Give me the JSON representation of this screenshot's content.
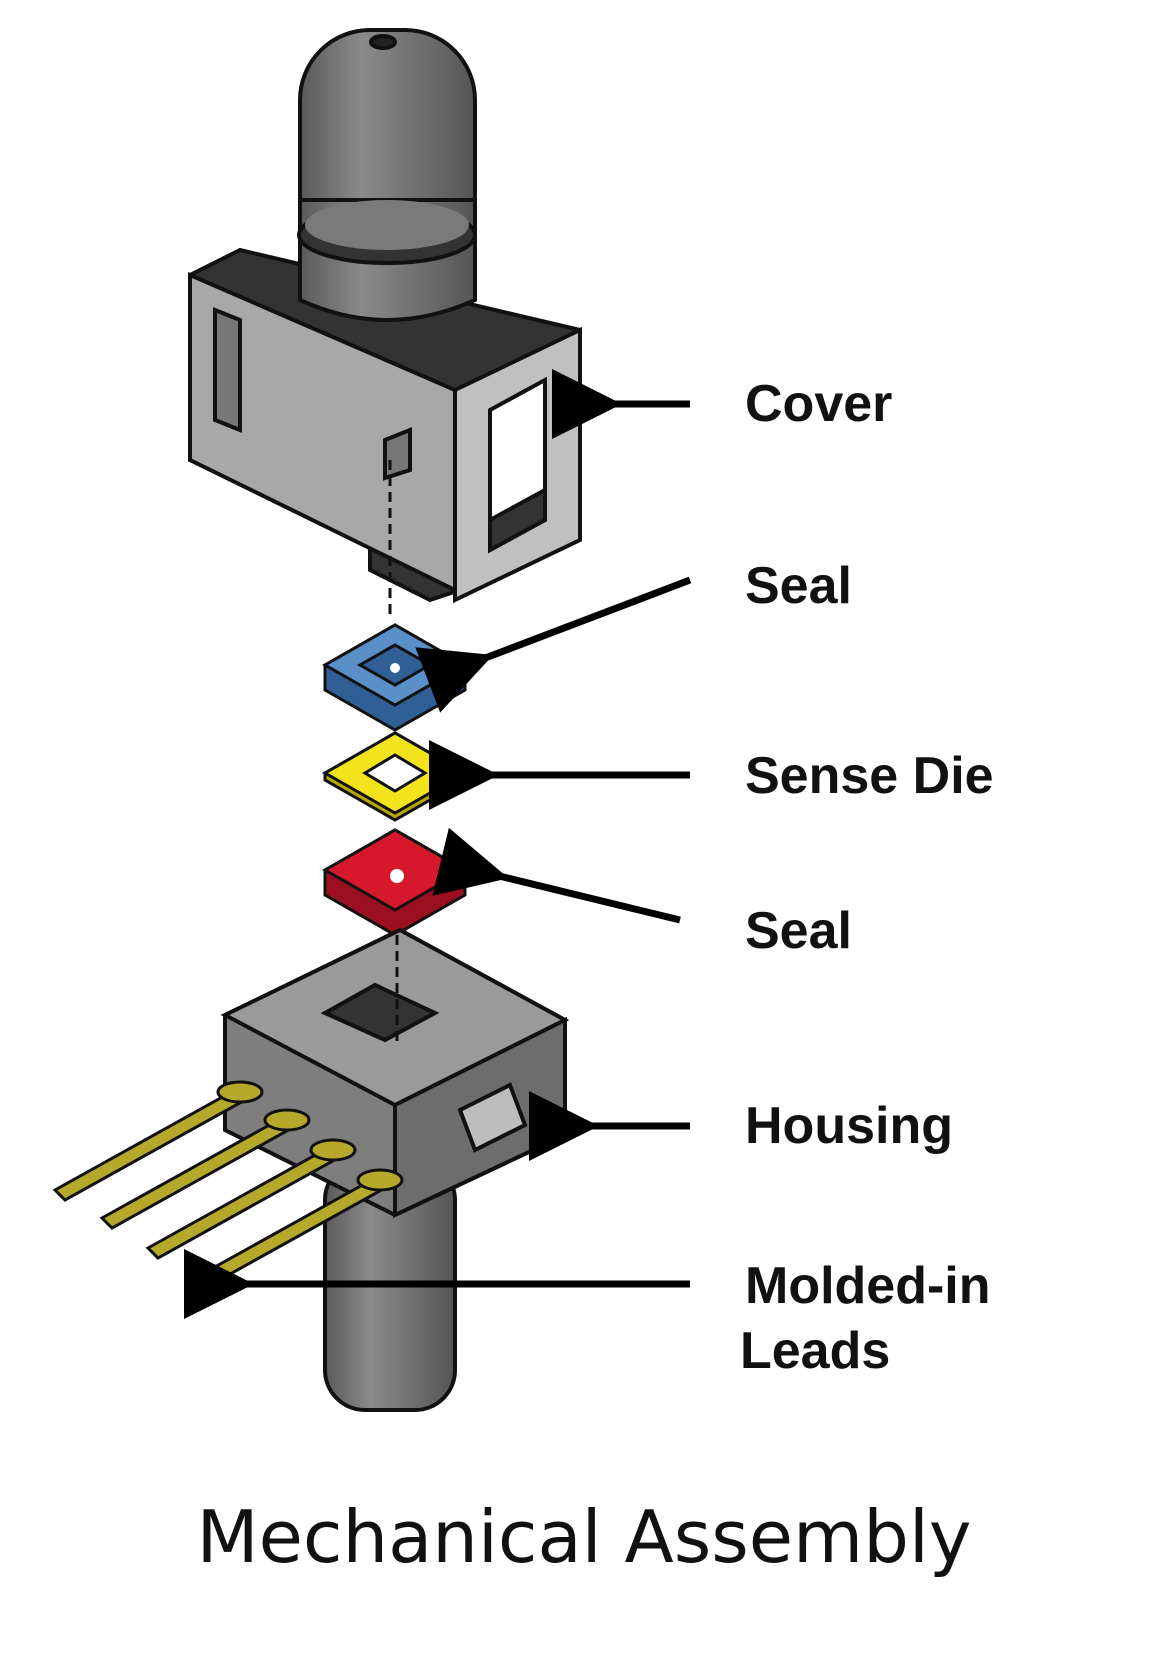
{
  "title": "Mechanical Assembly",
  "labels": {
    "cover": "Cover",
    "seal_top": "Seal",
    "sense_die": "Sense Die",
    "seal_bottom": "Seal",
    "housing": "Housing",
    "leads_line1": "Molded-in",
    "leads_line2": "Leads"
  },
  "colors": {
    "seal_top": "#3f74b0",
    "sense_die": "#f2e31c",
    "seal_bottom": "#d5182b",
    "leads": "#b5a82a",
    "body_gray": "#808080"
  }
}
